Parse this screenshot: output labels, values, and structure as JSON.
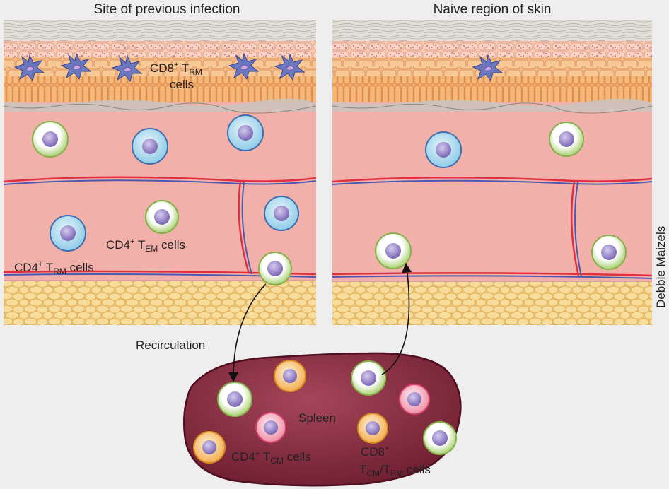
{
  "panels": {
    "left_title": "Site of previous infection",
    "right_title": "Naive region of skin"
  },
  "labels": {
    "cd8_trm": {
      "main": "CD8",
      "sup": "+",
      "mid": " T",
      "sub": "RM",
      "line2": "cells"
    },
    "cd4_tem": {
      "main": "CD4",
      "sup": "+",
      "mid": " T",
      "sub": "EM",
      "tail": " cells"
    },
    "cd4_trm": {
      "main": "CD4",
      "sup": "+",
      "mid": " T",
      "sub": "RM",
      "tail": " cells"
    },
    "recirculation": "Recirculation",
    "spleen": "Spleen",
    "cd4_tcm": {
      "main": "CD4",
      "sup": "+",
      "mid": " T",
      "sub": "CM",
      "tail": " cells"
    },
    "cd8_tcm_tem": {
      "main": "CD8",
      "sup": "+",
      "t1": "T",
      "sub1": "CM",
      "slash": "/T",
      "sub2": "EM",
      "tail": " cells"
    }
  },
  "credit": "Debbie Maizels",
  "colors": {
    "dermis": "#f2b0aa",
    "vessel_red": "#e03040",
    "vessel_blue": "#4a5ab0",
    "spleen": "#8a2e40",
    "cell_green": "#a8d070",
    "cell_blue": "#a6d8ec",
    "cell_orange": "#f4b860",
    "cell_pink": "#f1a0b0",
    "nucleus": "#9a88c6",
    "dendritic": "#6a78c0",
    "fat": "#f6d690",
    "keratinocyte": "#f4bb88"
  }
}
